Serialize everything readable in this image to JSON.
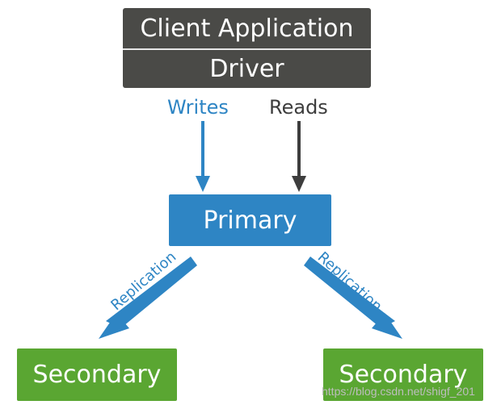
{
  "client": {
    "app_label": "Client Application",
    "driver_label": "Driver"
  },
  "flows": {
    "writes_label": "Writes",
    "reads_label": "Reads"
  },
  "primary": {
    "label": "Primary"
  },
  "replication": {
    "left_label": "Replication",
    "right_label": "Replication"
  },
  "secondaries": [
    {
      "label": "Secondary"
    },
    {
      "label": "Secondary"
    }
  ],
  "watermark": "https://blog.csdn.net/shigf_201",
  "colors": {
    "client_bg": "#4a4a47",
    "primary_blue": "#2e85c4",
    "secondary_green": "#5aa632",
    "reads_dark": "#3d3d3d"
  }
}
